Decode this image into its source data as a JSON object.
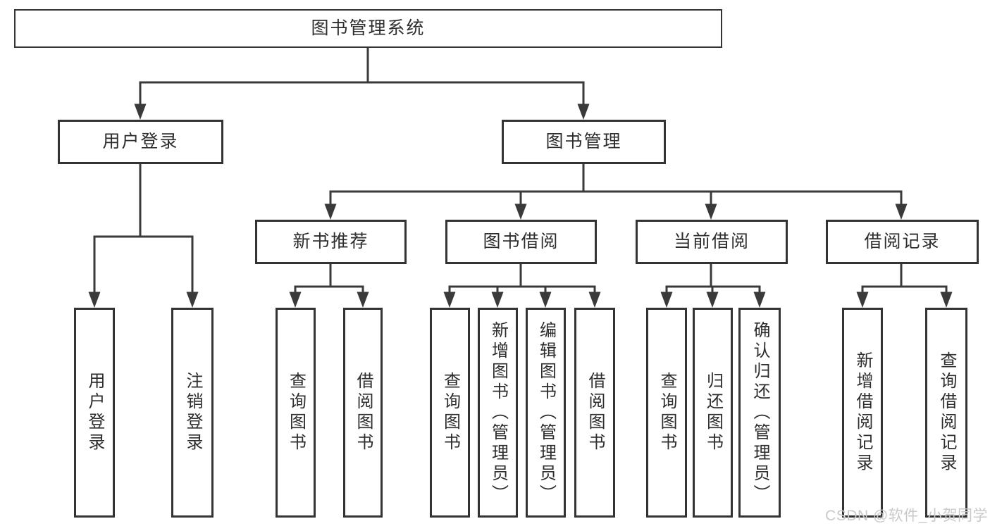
{
  "diagram": {
    "root": {
      "label": "图书管理系统"
    },
    "level1": [
      {
        "label": "用户登录"
      },
      {
        "label": "图书管理"
      }
    ],
    "level2": [
      {
        "label": "新书推荐"
      },
      {
        "label": "图书借阅"
      },
      {
        "label": "当前借阅"
      },
      {
        "label": "借阅记录"
      }
    ],
    "leaves": {
      "user_login": [
        {
          "label": "用户登录"
        },
        {
          "label": "注销登录"
        }
      ],
      "new_books": [
        {
          "label": "查询图书"
        },
        {
          "label": "借阅图书"
        }
      ],
      "book_borrow": [
        {
          "label": "查询图书"
        },
        {
          "label": "新增图书（管理员）"
        },
        {
          "label": "编辑图书（管理员）"
        },
        {
          "label": "借阅图书"
        }
      ],
      "current_borrow": [
        {
          "label": "查询图书"
        },
        {
          "label": "归还图书"
        },
        {
          "label": "确认归还（管理员）"
        }
      ],
      "borrow_records": [
        {
          "label": "新增借阅记录"
        },
        {
          "label": "查询借阅记录"
        }
      ]
    }
  },
  "watermark": {
    "text": "CSDN @软件_小贺同学"
  },
  "colors": {
    "border": "#333333",
    "line": "#3a3a3a",
    "text": "#2d2d2d",
    "box_bg": "#ffffff",
    "page_bg": "#ffffff",
    "watermark": "#c9c9c9"
  }
}
